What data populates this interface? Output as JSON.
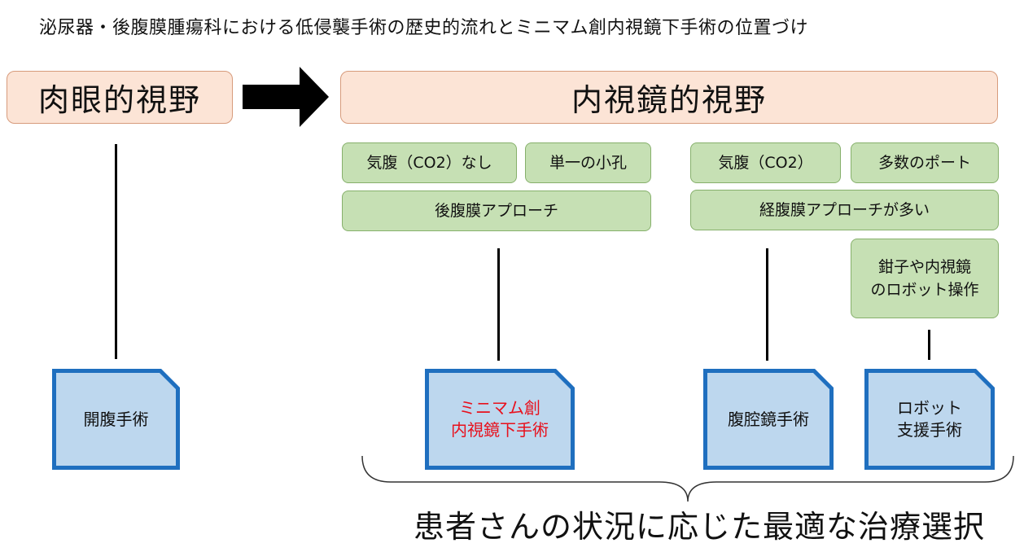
{
  "title": "泌尿器・後腹膜腫瘍科における低侵襲手術の歴史的流れとミニマム創内視鏡下手術の位置づけ",
  "stages": {
    "naked_eye": "肉眼的視野",
    "endoscopic": "内視鏡的視野"
  },
  "features": {
    "no_insufflation": "気腹（CO2）なし",
    "single_port": "単一の小孔",
    "retroperitoneal": "後腹膜アプローチ",
    "insufflation": "気腹（CO2）",
    "multi_port": "多数のポート",
    "transperitoneal": "経腹膜アプローチが多い",
    "robotic_control": "鉗子や内視鏡\nのロボット操作"
  },
  "procedures": {
    "open": "開腹手術",
    "minimum_incision": "ミニマム創\n内視鏡下手術",
    "laparoscopic": "腹腔鏡手術",
    "robotic": "ロボット\n支援手術"
  },
  "summary": "患者さんの状況に応じた最適な治療選択",
  "colors": {
    "head_fill": "#fce4d6",
    "feature_fill": "#c6e0b4",
    "procedure_fill": "#bdd7ee",
    "procedure_border": "#1f6fbf",
    "highlight_text": "#e8101c"
  }
}
